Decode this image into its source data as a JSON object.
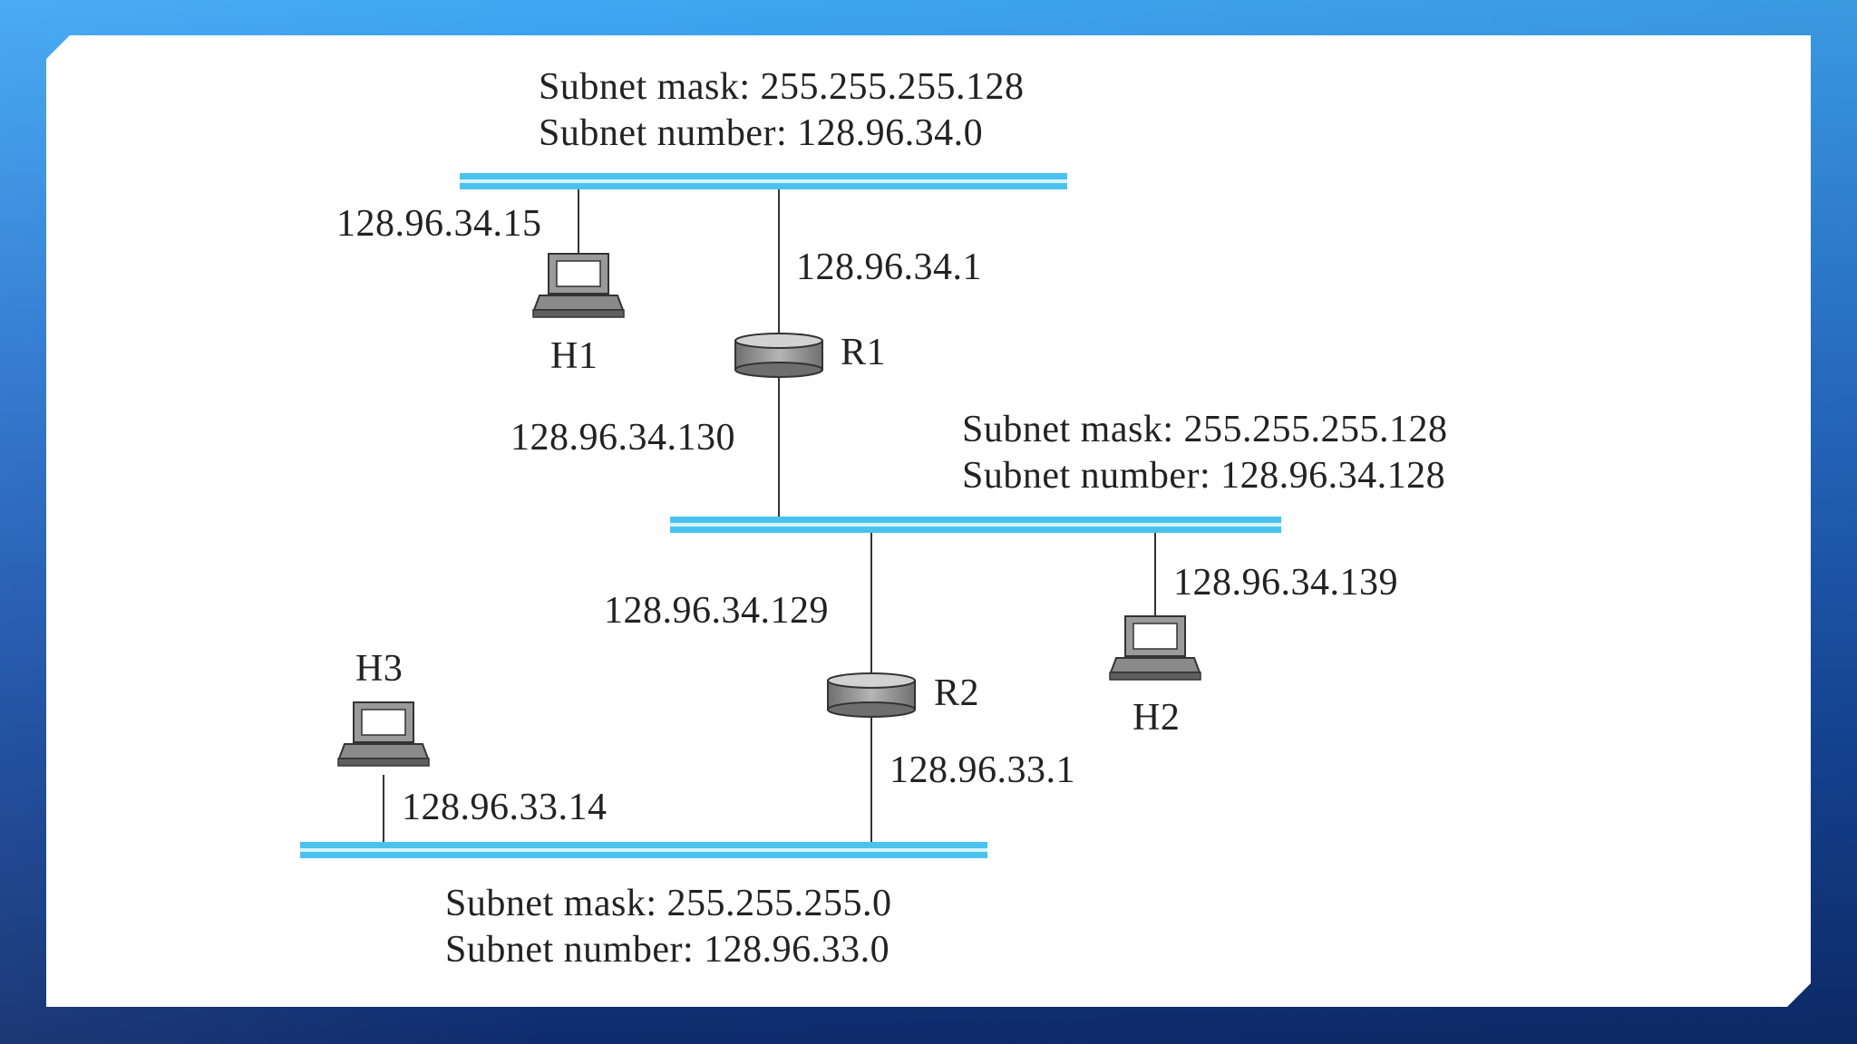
{
  "subnets": {
    "top": {
      "mask": "Subnet mask: 255.255.255.128",
      "number": "Subnet number: 128.96.34.0"
    },
    "middle": {
      "mask": "Subnet mask: 255.255.255.128",
      "number": "Subnet number: 128.96.34.128"
    },
    "bottom": {
      "mask": "Subnet mask: 255.255.255.0",
      "number": "Subnet number: 128.96.33.0"
    }
  },
  "hosts": {
    "h1": "H1",
    "h2": "H2",
    "h3": "H3"
  },
  "routers": {
    "r1": "R1",
    "r2": "R2"
  },
  "addresses": {
    "h1": "128.96.34.15",
    "r1_top": "128.96.34.1",
    "r1_middle": "128.96.34.130",
    "r2_middle": "128.96.34.129",
    "h2": "128.96.34.139",
    "r2_bottom": "128.96.33.1",
    "h3": "128.96.33.14"
  },
  "colors": {
    "lan_bus": "#49c3ee",
    "lan_bus_highlight": "#d6f3fc",
    "wire": "#333333",
    "device": "#8e8e8e"
  },
  "icons": {
    "host": "laptop-icon",
    "router": "router-icon"
  }
}
